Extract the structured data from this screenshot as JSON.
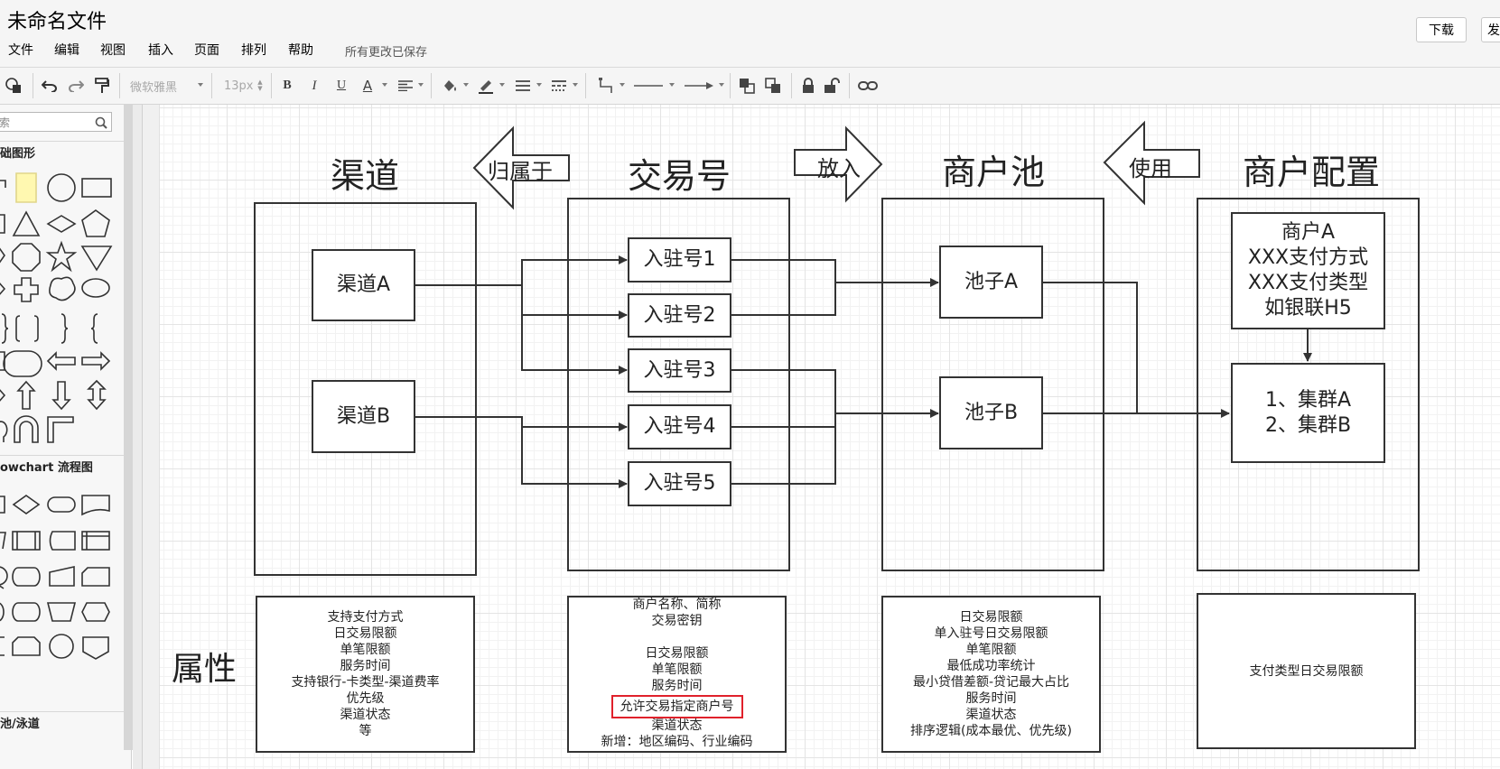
{
  "app": {
    "doc_title": "未命名文件",
    "menu": [
      "文件",
      "编辑",
      "视图",
      "插入",
      "页面",
      "排列",
      "帮助"
    ],
    "save_status": "所有更改已保存",
    "download_label": "下载",
    "publish_label": "发"
  },
  "toolbar": {
    "font_family": "微软雅黑",
    "font_size": "13px",
    "bold": "B",
    "italic": "I",
    "underline": "U",
    "font_color": "A"
  },
  "sidebar": {
    "search_placeholder": "索",
    "section_basic": "础图形",
    "section_flowchart": "owchart 流程图",
    "section_bottom": "池/泳道"
  },
  "diagram": {
    "columns": {
      "channel": "渠道",
      "trade_no": "交易号",
      "merchant_pool": "商户池",
      "merchant_config": "商户配置"
    },
    "arrows": {
      "belongs_to": "归属于",
      "put_into": "放入",
      "use": "使用"
    },
    "channel_nodes": [
      "渠道A",
      "渠道B"
    ],
    "trade_nodes": [
      "入驻号1",
      "入驻号2",
      "入驻号3",
      "入驻号4",
      "入驻号5"
    ],
    "pool_nodes": [
      "池子A",
      "池子B"
    ],
    "config_top": [
      "商户A",
      "XXX支付方式",
      "XXX支付类型",
      "如银联H5"
    ],
    "config_bottom": [
      "1、集群A",
      "2、集群B"
    ],
    "attr_title": "属性",
    "attr_channel": [
      "支持支付方式",
      "日交易限额",
      "单笔限额",
      "服务时间",
      "支持银行-卡类型-渠道费率",
      "优先级",
      "渠道状态",
      "等"
    ],
    "attr_trade": [
      "商户名称、简称",
      "交易密钥",
      "",
      "日交易限额",
      "单笔限额",
      "服务时间",
      "允许交易指定商户号",
      "渠道状态",
      "新增：地区编码、行业编码"
    ],
    "attr_pool": [
      "日交易限额",
      "单入驻号日交易限额",
      "单笔限额",
      "最低成功率统计",
      "最小贷借差额-贷记最大占比",
      "服务时间",
      "渠道状态",
      "排序逻辑(成本最优、优先级)"
    ],
    "attr_config": [
      "支付类型日交易限额"
    ]
  },
  "colors": {
    "highlight": "#e0212b",
    "stroke": "#333333",
    "grid": "#e4e4e4"
  }
}
